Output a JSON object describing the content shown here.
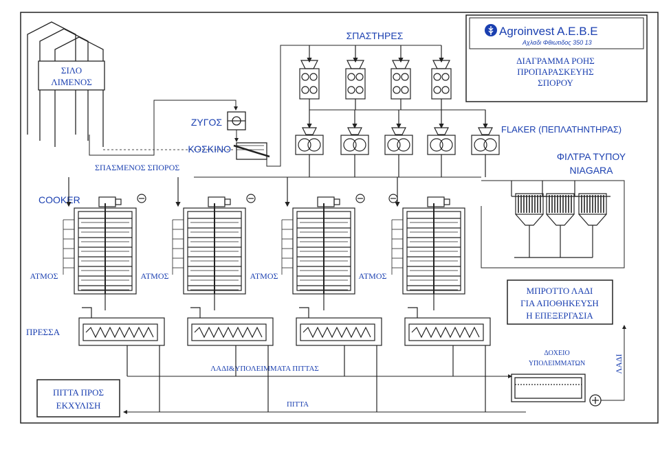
{
  "title_block": {
    "company": "Agroinvest A.E.B.E",
    "address": "Αχλαδι Φθιωτιδος 350 13",
    "title_lines": [
      "ΔΙΑΓΡΑΜΜΑ ΡΟΗΣ",
      "ΠΡΟΠΑΡΑΣΚΕΥΗΣ",
      "ΣΠΟΡΟΥ"
    ]
  },
  "labels": {
    "silo": [
      "ΣΙΛΟ",
      "ΛΙΜΕΝΟΣ"
    ],
    "crushers": "ΣΠΑΣΤΗΡΕΣ",
    "scale": "ΖΥΓΟΣ",
    "sieve": "ΚΟΣΚΙΝΟ",
    "broken_seed": "ΣΠΑΣΜΕΝΟΣ ΣΠΟΡΟΣ",
    "flaker": "FLAKER (ΠΕΠΛΑΤΗΝΤΗΡΑΣ)",
    "filters": [
      "ΦΙΛΤΡΑ ΤΥΠΟΥ",
      "NIAGARA"
    ],
    "cooker": "COOKER",
    "steam": "ΑΤΜΟΣ",
    "press": "ΠΡΕΣΣΑ",
    "storage": [
      "ΜΠΡΟΤΤΟ ΛΑΔΙ",
      "ΓΙΑ ΑΠΟΘΗΚΕΥΣΗ",
      "Η ΕΠΕΞΕΡΓΑΣΙΑ"
    ],
    "tank": [
      "ΔΟΧΕΙΟ",
      "ΥΠΟΛΕΙΜΜΑΤΩΝ"
    ],
    "oil": "ΛΑΔΙ",
    "oil_residue": "ΛΑΔΙ&ΥΠΟΛΕΙΜΜΑΤΑ ΠΙΤΤΑΣ",
    "cake": "ΠΙΤΤΑ",
    "cake_extraction": [
      "ΠΙΤΤΑ ΠΡΟΣ",
      "ΕΚΧΥΛΙΣΗ"
    ]
  },
  "colors": {
    "text": "#1a3fb0",
    "line": "#222222",
    "background": "#ffffff"
  }
}
